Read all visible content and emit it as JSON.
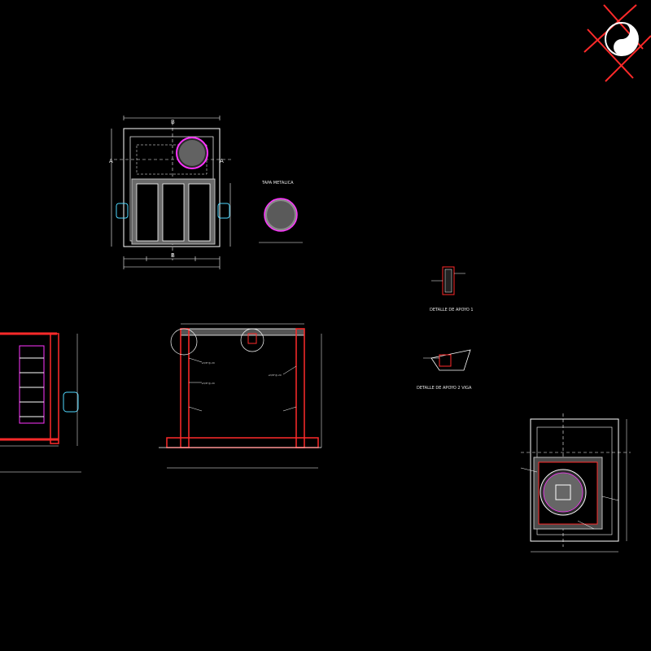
{
  "drawing": {
    "background": "#000000",
    "colors": {
      "white": "#ffffff",
      "grey": "#9a9a9a",
      "red": "#ff2a2a",
      "magenta": "#ff33ff",
      "cyan": "#4fd8ff",
      "cover_fill": "#bdbdbd"
    }
  },
  "labels": {
    "tapa_metalica": "TAPA METALICA",
    "detalle_apoyo_1": "DETALLE DE APOYO 1",
    "detalle_apoyo_2": "DETALLE DE APOYO 2 VIGA"
  },
  "section_marks": {
    "a": "A",
    "b": "B"
  },
  "icons": {
    "logo": "compass-logo-icon"
  }
}
